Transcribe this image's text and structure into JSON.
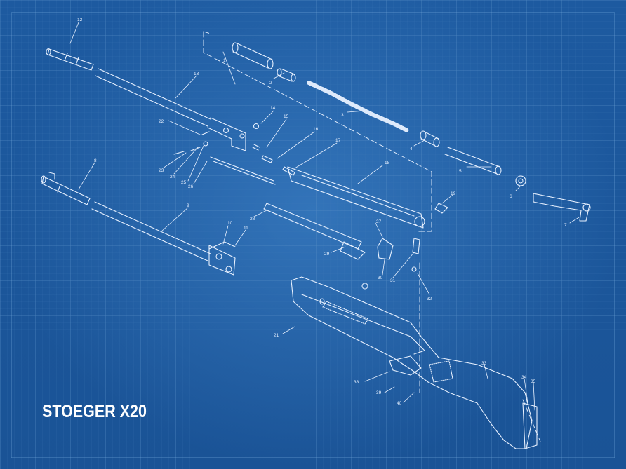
{
  "title": "STOEGER X20",
  "colors": {
    "background": "#1f5ea6",
    "grid_minor": "#3f7ab8",
    "grid_major": "#5b90c8",
    "linework": "#e8f1ff"
  },
  "part_numbers": [
    "1",
    "2",
    "3",
    "4",
    "5",
    "6",
    "7",
    "8",
    "9",
    "10",
    "11",
    "12",
    "13",
    "14",
    "15",
    "16",
    "17",
    "18",
    "19",
    "21",
    "22",
    "23",
    "24",
    "25",
    "26",
    "27",
    "28",
    "29",
    "30",
    "31",
    "32",
    "33",
    "34",
    "35",
    "38",
    "39",
    "40"
  ]
}
